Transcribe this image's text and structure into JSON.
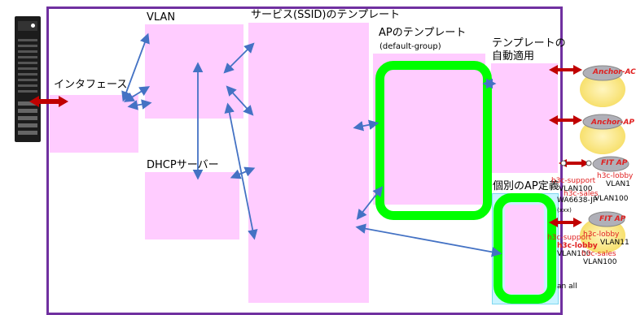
{
  "labels": {
    "interface": "インタフェース",
    "vlan": "VLAN",
    "dhcp": "DHCPサーバー",
    "ssid_template": "サービス(SSID)のテンプレート",
    "ap_template": "APのテンプレート",
    "ap_template_group": "(default-group)",
    "auto_apply_line1": "テンプレートの",
    "auto_apply_line2": "自動適用",
    "individual_ap": "個別のAP定義"
  },
  "access_points": [
    {
      "name": "Anchor-AC"
    },
    {
      "name": "Anchor-AP"
    },
    {
      "name": "FIT AP"
    },
    {
      "name": "FIT AP"
    }
  ],
  "ap_labels": {
    "group1": {
      "support": "h3c-support",
      "support_vlan": "VLAN100",
      "sales": "h3c-sales",
      "sales_vlan": "VLAN100",
      "lobby": "h3c-lobby",
      "lobby_vlan": "VLAN1",
      "model": "WA6638-JP",
      "serial": "(xxx)"
    },
    "group2": {
      "support": "h3c-support",
      "lobby_left": "h3c-lobby",
      "vlan_left": "VLAN100",
      "lobby": "h3c-lobby",
      "lobby_vlan": "VLAN11",
      "sales": "h3c-sales",
      "sales_vlan": "VLAN100",
      "tail": "an all"
    }
  },
  "colors": {
    "frame": "#7030a0",
    "box_fill": "#ffccff",
    "highlight": "#00ff00",
    "arrow_blue": "#4472c4",
    "arrow_red": "#c00000"
  }
}
